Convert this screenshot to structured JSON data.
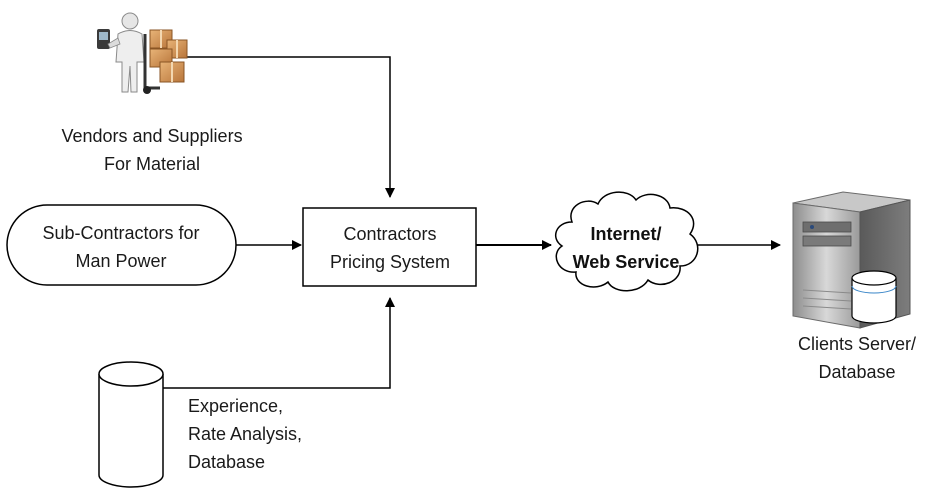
{
  "vendors": {
    "line1": "Vendors and Suppliers",
    "line2": "For Material",
    "icon": "worker-with-boxes-icon"
  },
  "subcontractors": {
    "line1": "Sub-Contractors for",
    "line2": "Man Power"
  },
  "pricing_system": {
    "line1": "Contractors",
    "line2": "Pricing System"
  },
  "internet": {
    "line1": "Internet/",
    "line2": "Web Service",
    "icon": "cloud-icon"
  },
  "clients": {
    "line1": "Clients Server/",
    "line2": "Database",
    "icon": "server-icon"
  },
  "experience_db": {
    "line1": "Experience,",
    "line2": "Rate Analysis,",
    "line3": "Database",
    "icon": "database-cylinder-icon"
  }
}
